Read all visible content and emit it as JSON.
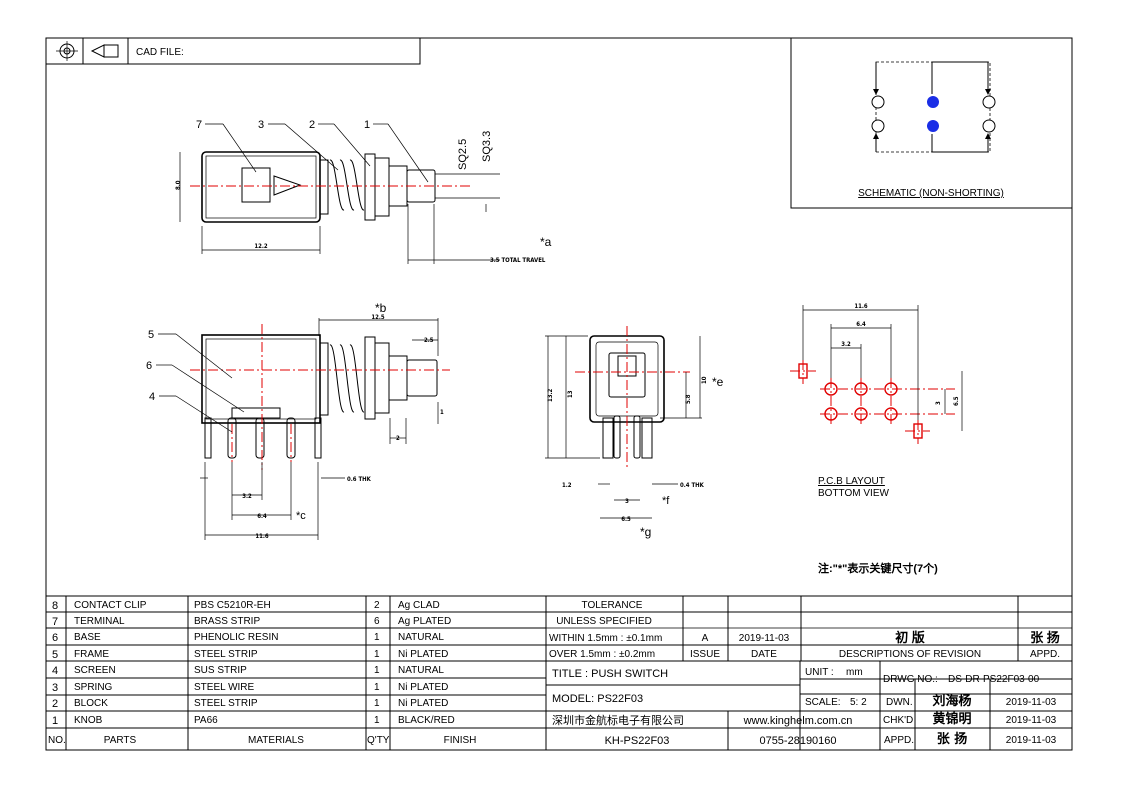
{
  "header": {
    "cad_file_label": "CAD FILE:"
  },
  "schematic": {
    "caption": "SCHEMATIC (NON-SHORTING)"
  },
  "dimensions": {
    "sq25": "SQ2.5",
    "sq33": "SQ3.3",
    "d80": "8.0",
    "d122": "12.2",
    "travel": "3.5 TOTAL TRAVEL",
    "star_a": "*a",
    "star_b": "*b",
    "d125": "12.5",
    "d25": "2.5",
    "d1": "1",
    "d2": "2",
    "d06": "0.6 THK",
    "d32": "3.2",
    "d64": "6.4",
    "star_c": "*c",
    "d116": "11.6",
    "d132": "13.2",
    "d13": "13",
    "d10": "10",
    "star_e": "*e",
    "d58": "5.8",
    "d12": "1.2",
    "d04": "0.4 THK",
    "d3": "3",
    "star_f": "*f",
    "d65": "6.5",
    "star_g": "*g",
    "pcb_116": "11.6",
    "pcb_64": "6.4",
    "pcb_32": "3.2",
    "pcb_3": "3",
    "pcb_65": "6.5"
  },
  "callouts": [
    "1",
    "2",
    "3",
    "4",
    "5",
    "6",
    "7"
  ],
  "pcb": {
    "title": "P.C.B LAYOUT",
    "subtitle": "BOTTOM VIEW"
  },
  "note": "注:\"*\"表示关键尺寸(7个)",
  "parts": [
    {
      "no": "8",
      "part": "CONTACT CLIP",
      "material": "PBS C5210R-EH",
      "qty": "2",
      "finish": "Ag CLAD"
    },
    {
      "no": "7",
      "part": "TERMINAL",
      "material": "BRASS STRIP",
      "qty": "6",
      "finish": "Ag PLATED"
    },
    {
      "no": "6",
      "part": "BASE",
      "material": "PHENOLIC RESIN",
      "qty": "1",
      "finish": "NATURAL"
    },
    {
      "no": "5",
      "part": "FRAME",
      "material": "STEEL STRIP",
      "qty": "1",
      "finish": "Ni PLATED"
    },
    {
      "no": "4",
      "part": "SCREEN",
      "material": "SUS STRIP",
      "qty": "1",
      "finish": "NATURAL"
    },
    {
      "no": "3",
      "part": "SPRING",
      "material": "STEEL WIRE",
      "qty": "1",
      "finish": "Ni PLATED"
    },
    {
      "no": "2",
      "part": "BLOCK",
      "material": "STEEL STRIP",
      "qty": "1",
      "finish": "Ni PLATED"
    },
    {
      "no": "1",
      "part": "KNOB",
      "material": "PA66",
      "qty": "1",
      "finish": "BLACK/RED"
    }
  ],
  "parts_header": {
    "no": "NO.",
    "part": "PARTS",
    "material": "MATERIALS",
    "qty": "Q'TY",
    "finish": "FINISH"
  },
  "tolerance": {
    "title": "TOLERANCE",
    "subtitle": "UNLESS SPECIFIED",
    "within": "WITHIN 1.5mm : ±0.1mm",
    "over": "OVER 1.5mm : ±0.2mm"
  },
  "revision": {
    "issue_value": "A",
    "date_value": "2019-11-03",
    "description_value": "初 版",
    "appd_value": "张 扬",
    "issue_label": "ISSUE",
    "date_label": "DATE",
    "description_label": "DESCRIPTIONS OF REVISION",
    "appd_label": "APPD."
  },
  "title_block": {
    "title": "TITLE :  PUSH SWITCH",
    "model": "MODEL:  PS22F03",
    "company": "深圳市金航标电子有限公司",
    "website": "www.kinghelm.com.cn",
    "code": "KH-PS22F03",
    "phone": "0755-28190160",
    "unit_label": "UNIT :",
    "unit_value": "mm",
    "drwg_label": "DRWG NO.:",
    "drwg_value": "DS-DR-PS22F03-00",
    "scale_label": "SCALE:",
    "scale_value": "5: 2",
    "dwn_label": "DWN.",
    "dwn_name": "刘海杨",
    "dwn_date": "2019-11-03",
    "chkd_label": "CHK'D",
    "chkd_name": "黄锦明",
    "chkd_date": "2019-11-03",
    "appd_label": "APPD.",
    "appd_name": "张 扬",
    "appd_date": "2019-11-03"
  }
}
